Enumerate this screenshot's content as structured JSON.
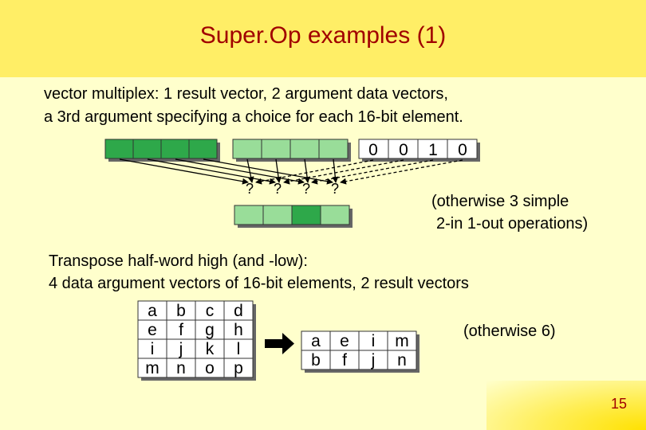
{
  "slide": {
    "title": "Super.Op examples (1)",
    "page_number": "15"
  },
  "vector_multiplex": {
    "desc_line1": "vector multiplex: 1 result vector, 2 argument data vectors,",
    "desc_line2": "a 3rd argument specifying a choice for each 16-bit element.",
    "selector_bits": [
      "0",
      "0",
      "1",
      "0"
    ],
    "choice_marks": [
      "?",
      "?",
      "?",
      "?"
    ],
    "note_line1": "(otherwise 3 simple",
    "note_line2": "2-in 1-out operations)"
  },
  "transpose": {
    "desc_line1": "Transpose half-word high (and -low):",
    "desc_line2": "4 data argument vectors of 16-bit elements, 2 result vectors",
    "input_rows": [
      [
        "a",
        "b",
        "c",
        "d"
      ],
      [
        "e",
        "f",
        "g",
        "h"
      ],
      [
        "i",
        "j",
        "k",
        "l"
      ],
      [
        "m",
        "n",
        "o",
        "p"
      ]
    ],
    "output_rows": [
      [
        "a",
        "e",
        "i",
        "m"
      ],
      [
        "b",
        "f",
        "j",
        "n"
      ]
    ],
    "note": "(otherwise 6)"
  },
  "colors": {
    "dark_green": "#2ea84a",
    "light_green": "#99dd99",
    "title_red": "#a00000"
  }
}
